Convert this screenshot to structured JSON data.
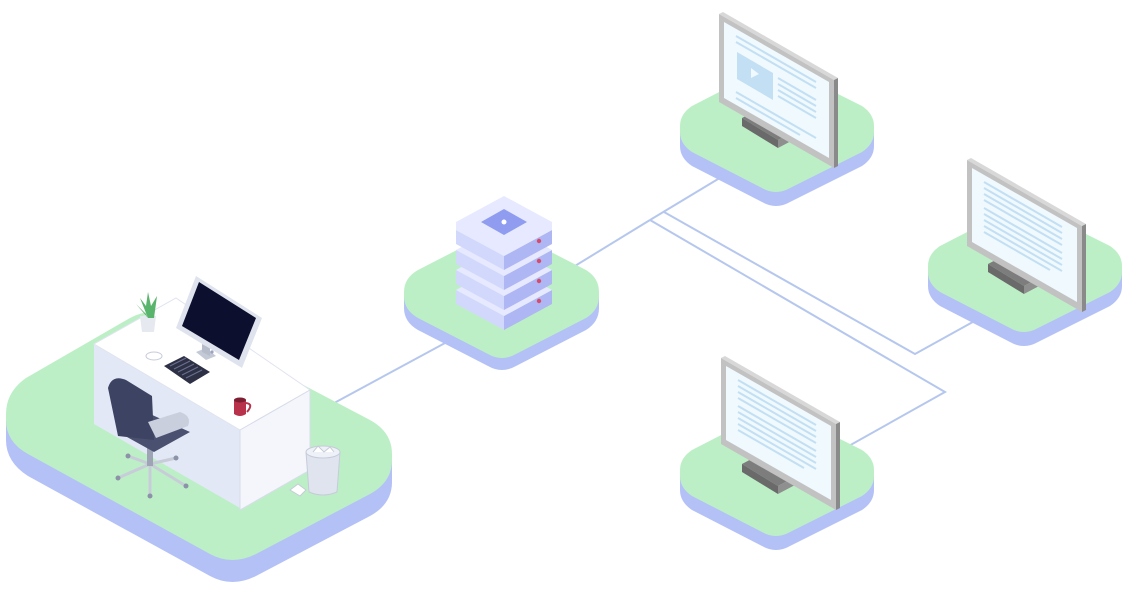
{
  "colors": {
    "platform_top": "#bdefc7",
    "platform_side": "#b3c1f7",
    "link_line": "#b6c7ee",
    "screen_bg": "#eff9fe",
    "screen_line": "#c3dff3",
    "monitor_frame": "#8a8a8a",
    "monitor_frame_light": "#c2c2c2",
    "server_body": "#e6e9ff",
    "server_side": "#aeb6f3",
    "server_accent": "#8f9cf0",
    "server_led": "#d94a6a",
    "desk_white": "#f4f6fb",
    "desk_panel": "#e3e8f6",
    "imac_screen": "#0d0f2e",
    "chair_dark": "#3d4363",
    "chair_metal": "#c8ccd8",
    "plant_green": "#58b56b",
    "mug_red": "#b8324c",
    "bin_color": "#dfe4ef"
  },
  "nodes": [
    {
      "id": "workstation",
      "kind": "desk-workstation"
    },
    {
      "id": "server",
      "kind": "server-stack"
    },
    {
      "id": "client-top",
      "kind": "monitor",
      "content": "video"
    },
    {
      "id": "client-right",
      "kind": "monitor",
      "content": "text"
    },
    {
      "id": "client-bottom",
      "kind": "monitor",
      "content": "text"
    }
  ],
  "links": [
    {
      "from": "workstation",
      "to": "server"
    },
    {
      "from": "server",
      "to": "client-top"
    },
    {
      "from": "server",
      "to": "client-right"
    },
    {
      "from": "server",
      "to": "client-bottom"
    }
  ]
}
